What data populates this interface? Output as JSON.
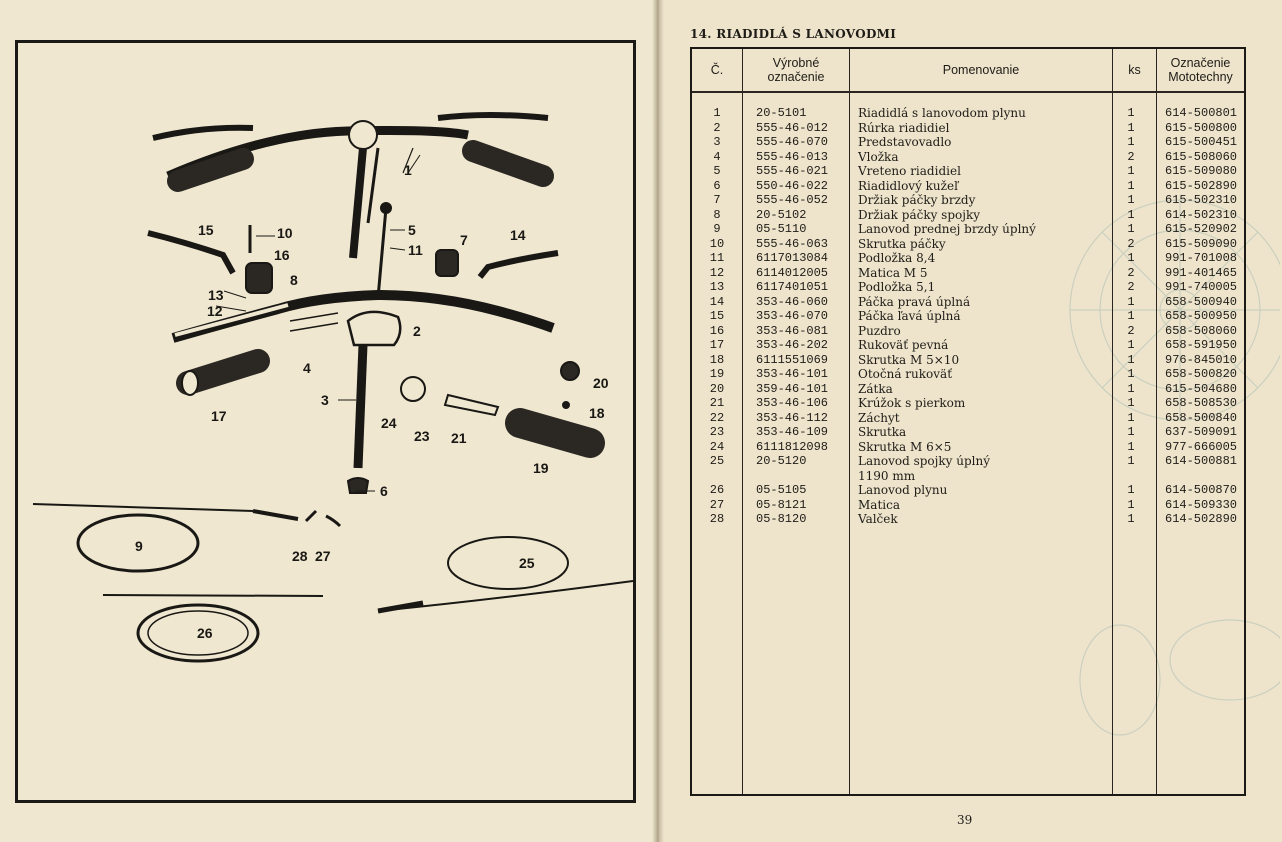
{
  "section": {
    "title": "14. RIADIDLÁ S LANOVODMI"
  },
  "table": {
    "headers": {
      "no": "Č.",
      "vyrobne_line1": "Výrobné",
      "vyrobne_line2": "označenie",
      "name": "Pomenovanie",
      "qty": "ks",
      "mototechna_line1": "Označenie",
      "mototechna_line2": "Mototechny"
    },
    "rows": [
      {
        "no": "1",
        "code": "20-5101",
        "name": "Riadidlá s lanovodom plynu",
        "qty": "1",
        "mt": "614-500801"
      },
      {
        "no": "2",
        "code": "555-46-012",
        "name": "Rúrka riadidiel",
        "qty": "1",
        "mt": "615-500800"
      },
      {
        "no": "3",
        "code": "555-46-070",
        "name": "Predstavovadlo",
        "qty": "1",
        "mt": "615-500451"
      },
      {
        "no": "4",
        "code": "555-46-013",
        "name": "Vložka",
        "qty": "2",
        "mt": "615-508060"
      },
      {
        "no": "5",
        "code": "555-46-021",
        "name": "Vreteno riadidiel",
        "qty": "1",
        "mt": "615-509080"
      },
      {
        "no": "6",
        "code": "550-46-022",
        "name": "Riadidlový kužeľ",
        "qty": "1",
        "mt": "615-502890"
      },
      {
        "no": "7",
        "code": "555-46-052",
        "name": "Držiak páčky brzdy",
        "qty": "1",
        "mt": "615-502310"
      },
      {
        "no": "8",
        "code": "20-5102",
        "name": "Držiak páčky spojky",
        "qty": "1",
        "mt": "614-502310"
      },
      {
        "no": "9",
        "code": "05-5110",
        "name": "Lanovod prednej brzdy úplný",
        "qty": "1",
        "mt": "615-520902"
      },
      {
        "no": "10",
        "code": "555-46-063",
        "name": "Skrutka páčky",
        "qty": "2",
        "mt": "615-509090"
      },
      {
        "no": "11",
        "code": "6117013084",
        "name": "Podložka 8,4",
        "qty": "1",
        "mt": "991-701008"
      },
      {
        "no": "12",
        "code": "6114012005",
        "name": "Matica M 5",
        "qty": "2",
        "mt": "991-401465"
      },
      {
        "no": "13",
        "code": "6117401051",
        "name": "Podložka 5,1",
        "qty": "2",
        "mt": "991-740005"
      },
      {
        "no": "14",
        "code": "353-46-060",
        "name": "Páčka pravá úplná",
        "qty": "1",
        "mt": "658-500940"
      },
      {
        "no": "15",
        "code": "353-46-070",
        "name": "Páčka ľavá úplná",
        "qty": "1",
        "mt": "658-500950"
      },
      {
        "no": "16",
        "code": "353-46-081",
        "name": "Puzdro",
        "qty": "2",
        "mt": "658-508060"
      },
      {
        "no": "17",
        "code": "353-46-202",
        "name": "Rukoväť pevná",
        "qty": "1",
        "mt": "658-591950"
      },
      {
        "no": "18",
        "code": "6111551069",
        "name": "Skrutka M 5×10",
        "qty": "1",
        "mt": "976-845010"
      },
      {
        "no": "19",
        "code": "353-46-101",
        "name": "Otočná rukoväť",
        "qty": "1",
        "mt": "658-500820"
      },
      {
        "no": "20",
        "code": "359-46-101",
        "name": "Zátka",
        "qty": "1",
        "mt": "615-504680"
      },
      {
        "no": "21",
        "code": "353-46-106",
        "name": "Krúžok s pierkom",
        "qty": "1",
        "mt": "658-508530"
      },
      {
        "no": "22",
        "code": "353-46-112",
        "name": "Záchyt",
        "qty": "1",
        "mt": "658-500840"
      },
      {
        "no": "23",
        "code": "353-46-109",
        "name": "Skrutka",
        "qty": "1",
        "mt": "637-509091"
      },
      {
        "no": "24",
        "code": "6111812098",
        "name": "Skrutka M 6×5",
        "qty": "1",
        "mt": "977-666005"
      },
      {
        "no": "25",
        "code": "20-5120",
        "name": "Lanovod spojky úplný",
        "qty": "1",
        "mt": "614-500881"
      },
      {
        "no": "",
        "code": "",
        "name": "1190 mm",
        "qty": "",
        "mt": ""
      },
      {
        "no": "26",
        "code": "05-5105",
        "name": "Lanovod plynu",
        "qty": "1",
        "mt": "614-500870"
      },
      {
        "no": "27",
        "code": "05-8121",
        "name": "Matica",
        "qty": "1",
        "mt": "614-509330"
      },
      {
        "no": "28",
        "code": "05-8120",
        "name": "Valček",
        "qty": "1",
        "mt": "614-502890"
      }
    ]
  },
  "illustration": {
    "callouts": [
      "1",
      "2",
      "3",
      "4",
      "5",
      "6",
      "7",
      "8",
      "9",
      "10",
      "11",
      "12",
      "13",
      "14",
      "15",
      "16",
      "17",
      "18",
      "19",
      "20",
      "21",
      "23",
      "24",
      "25",
      "26",
      "27",
      "28"
    ]
  },
  "page_number": "39",
  "colors": {
    "paper": "#efe6cf",
    "ink": "#1f1c18"
  }
}
